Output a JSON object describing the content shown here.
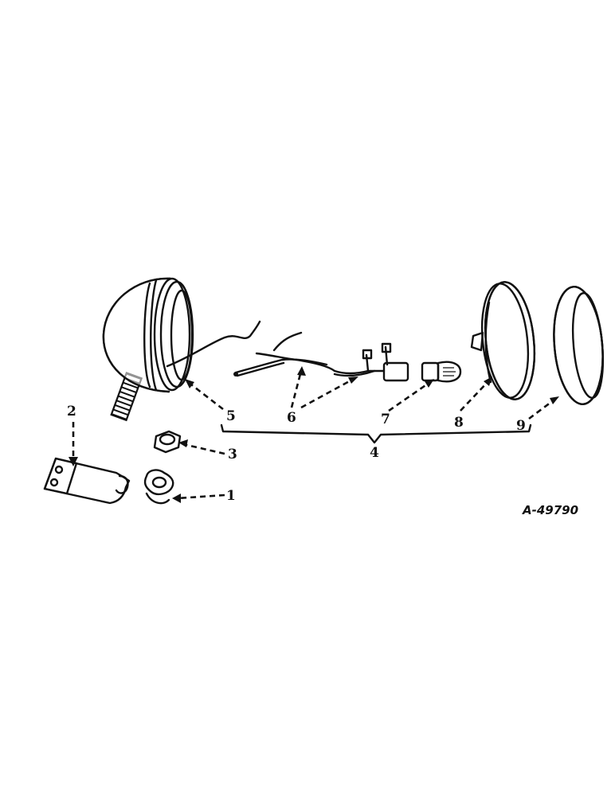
{
  "figure": {
    "code": "A-49790"
  },
  "callouts": {
    "c1": "1",
    "c2": "2",
    "c3": "3",
    "c4": "4",
    "c5": "5",
    "c6": "6",
    "c7": "7",
    "c8": "8",
    "c9": "9"
  },
  "parts": [
    {
      "id": "1",
      "icon": "clamp-icon"
    },
    {
      "id": "2",
      "icon": "bracket-icon"
    },
    {
      "id": "3",
      "icon": "nut-icon"
    },
    {
      "id": "4",
      "icon": "lamp-assembly-brace"
    },
    {
      "id": "5",
      "icon": "lamp-housing-icon"
    },
    {
      "id": "6",
      "icon": "wiring-harness-icon"
    },
    {
      "id": "7",
      "icon": "bulb-icon"
    },
    {
      "id": "8",
      "icon": "sealed-beam-lens-icon"
    },
    {
      "id": "9",
      "icon": "retaining-ring-icon"
    }
  ]
}
